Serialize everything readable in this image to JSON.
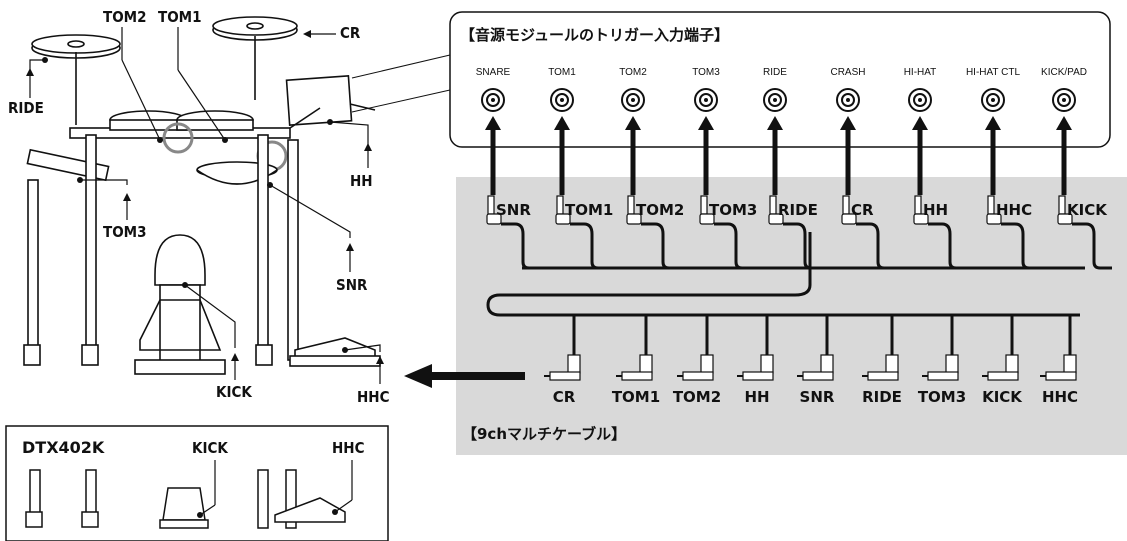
{
  "module_box": {
    "title": "【音源モジュールのトリガー入力端子】",
    "ports": [
      "SNARE",
      "TOM1",
      "TOM2",
      "TOM3",
      "RIDE",
      "CRASH",
      "HI-HAT",
      "HI-HAT CTL",
      "KICK/PAD"
    ]
  },
  "cable_top_labels": [
    "SNR",
    "TOM1",
    "TOM2",
    "TOM3",
    "RIDE",
    "CR",
    "HH",
    "HHC",
    "KICK"
  ],
  "cable_bottom_labels": [
    "CR",
    "TOM1",
    "TOM2",
    "HH",
    "SNR",
    "RIDE",
    "TOM3",
    "KICK",
    "HHC"
  ],
  "cable_title": "【9chマルチケーブル】",
  "kit_labels": {
    "tom2": "TOM2",
    "tom1": "TOM1",
    "cr": "CR",
    "ride": "RIDE",
    "hh": "HH",
    "tom3": "TOM3",
    "snr": "SNR",
    "kick": "KICK",
    "hhc": "HHC"
  },
  "inset": {
    "model": "DTX402K",
    "kick": "KICK",
    "hhc": "HHC"
  },
  "colors": {
    "panel_gray": "#d9d9d9",
    "ink": "#111111"
  }
}
